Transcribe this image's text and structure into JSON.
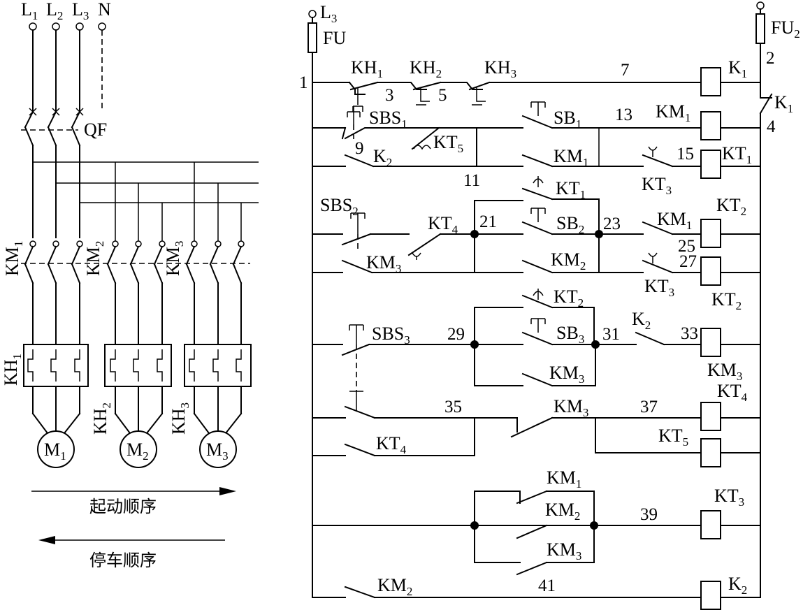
{
  "main_circuit": {
    "terminals": [
      {
        "base": "L",
        "sub": "1"
      },
      {
        "base": "L",
        "sub": "2"
      },
      {
        "base": "L",
        "sub": "3"
      },
      {
        "base": "N",
        "sub": ""
      }
    ],
    "breaker": "QF",
    "contactors": [
      {
        "base": "KM",
        "sub": "1"
      },
      {
        "base": "KM",
        "sub": "2"
      },
      {
        "base": "KM",
        "sub": "3"
      }
    ],
    "overloads": [
      {
        "base": "KH",
        "sub": "1"
      },
      {
        "base": "KH",
        "sub": "2"
      },
      {
        "base": "KH",
        "sub": "3"
      }
    ],
    "motors": [
      {
        "base": "M",
        "sub": "1"
      },
      {
        "base": "M",
        "sub": "2"
      },
      {
        "base": "M",
        "sub": "3"
      }
    ],
    "start_order": "起动顺序",
    "stop_order": "停车顺序"
  },
  "control_circuit": {
    "supply": {
      "base": "L",
      "sub": "3"
    },
    "fuse": {
      "base": "FU",
      "sub": ""
    },
    "fuse2": {
      "base": "FU",
      "sub": "2"
    },
    "wire_numbers": [
      "1",
      "2",
      "3",
      "4",
      "5",
      "7",
      "9",
      "11",
      "13",
      "15",
      "21",
      "23",
      "25",
      "27",
      "29",
      "31",
      "33",
      "35",
      "37",
      "39",
      "41"
    ],
    "contacts": {
      "kh1": {
        "base": "KH",
        "sub": "1"
      },
      "kh2": {
        "base": "KH",
        "sub": "2"
      },
      "kh3": {
        "base": "KH",
        "sub": "3"
      },
      "k1_contact": {
        "base": "K",
        "sub": "1"
      },
      "sbs1": {
        "base": "SBS",
        "sub": "1"
      },
      "k2_hold": {
        "base": "K",
        "sub": "2"
      },
      "kt5_nc": {
        "base": "KT",
        "sub": "5"
      },
      "sb1": {
        "base": "SB",
        "sub": "1"
      },
      "km1_hold": {
        "base": "KM",
        "sub": "1"
      },
      "kt3_r1": {
        "base": "KT",
        "sub": "3"
      },
      "kt1_nc": {
        "base": "KT",
        "sub": "1"
      },
      "sbs2": {
        "base": "SBS",
        "sub": "2"
      },
      "kt4_nc": {
        "base": "KT",
        "sub": "4"
      },
      "km3_r3": {
        "base": "KM",
        "sub": "3"
      },
      "sb2": {
        "base": "SB",
        "sub": "2"
      },
      "km2_hold": {
        "base": "KM",
        "sub": "2"
      },
      "km1_il": {
        "base": "KM",
        "sub": "1"
      },
      "kt3_r4": {
        "base": "KT",
        "sub": "3"
      },
      "kt2_nc": {
        "base": "KT",
        "sub": "2"
      },
      "sbs3": {
        "base": "SBS",
        "sub": "3"
      },
      "sb3": {
        "base": "SB",
        "sub": "3"
      },
      "km3_hold": {
        "base": "KM",
        "sub": "3"
      },
      "k2_r5": {
        "base": "K",
        "sub": "2"
      },
      "km3_r7": {
        "base": "KM",
        "sub": "3"
      },
      "kt4_no": {
        "base": "KT",
        "sub": "4"
      },
      "km1_p": {
        "base": "KM",
        "sub": "1"
      },
      "km2_p": {
        "base": "KM",
        "sub": "2"
      },
      "km3_p": {
        "base": "KM",
        "sub": "3"
      },
      "km2_r10": {
        "base": "KM",
        "sub": "2"
      }
    },
    "coils": {
      "k1": {
        "base": "K",
        "sub": "1"
      },
      "km1": {
        "base": "KM",
        "sub": "1"
      },
      "kt1": {
        "base": "KT",
        "sub": "1"
      },
      "kt2": {
        "base": "KT",
        "sub": "2"
      },
      "kt2b": {
        "base": "KT",
        "sub": "2"
      },
      "km3": {
        "base": "KM",
        "sub": "3"
      },
      "kt4": {
        "base": "KT",
        "sub": "4"
      },
      "kt5": {
        "base": "KT",
        "sub": "5"
      },
      "kt3": {
        "base": "KT",
        "sub": "3"
      },
      "k2": {
        "base": "K",
        "sub": "2"
      }
    }
  }
}
